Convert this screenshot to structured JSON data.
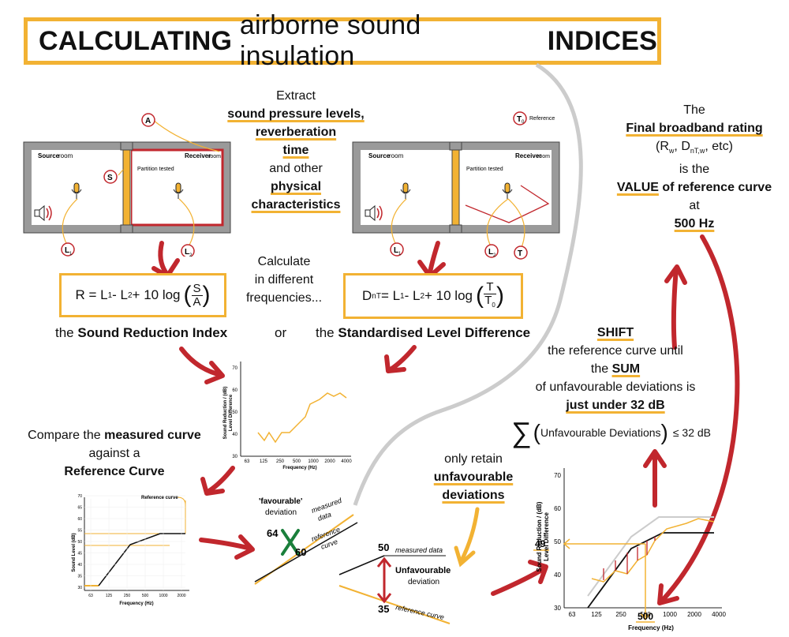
{
  "title": {
    "bold1": "CALCULATING",
    "middle": "airborne sound insulation",
    "bold2": "INDICES"
  },
  "extract": {
    "line1": "Extract",
    "b1": "sound pressure levels,",
    "b2": "reverberation",
    "b3": "time",
    "line5": "and other",
    "b4": "physical",
    "b5": "characteristics"
  },
  "room_left": {
    "source_b": "Source",
    "source_r": " room",
    "receiver_b": "Receiver",
    "receiver_r": " room",
    "partition": "Partition tested",
    "tag_a": "A",
    "tag_s": "S",
    "tag_l1": "L",
    "tag_l2": "L",
    "sub1": "1",
    "sub2": "2"
  },
  "room_right": {
    "source_b": "Source",
    "source_r": " room",
    "receiver_b": "Receiver",
    "receiver_r": " room",
    "partition": "Partition tested",
    "tag_t0": "T",
    "sub0": "0",
    "reference": "Reference",
    "tag_l1": "L",
    "tag_l2": "L",
    "tag_t": "T",
    "sub1": "1",
    "sub2": "2"
  },
  "calc": {
    "line1": "Calculate",
    "line2": "in different",
    "line3": "frequencies..."
  },
  "formula_r": {
    "lhs": "R = L",
    "s1": "1",
    "mid": " - L",
    "s2": "2",
    "tail": " + 10 log",
    "num": "S",
    "den": "A"
  },
  "formula_d": {
    "lhs": "D",
    "sub": "nT",
    "eq": " = L",
    "s1": "1",
    "mid": " - L",
    "s2": "2",
    "tail": " + 10 log",
    "num": "T",
    "den": "T",
    "den_sub": "0"
  },
  "index_labels": {
    "left_pre": "the ",
    "left_b": "Sound Reduction Index",
    "or": "or",
    "right_pre": "the ",
    "right_b": "Standardised Level Difference"
  },
  "chart_measured": {
    "ylabel1": "Sound Reduction / (dB)",
    "ylabel2": "Level Difference",
    "xlabel": "Frequency (Hz)",
    "yticks": [
      "30",
      "40",
      "50",
      "60",
      "70"
    ],
    "xticks": [
      "63",
      "125",
      "250",
      "500",
      "1000",
      "2000",
      "4000"
    ]
  },
  "compare": {
    "line1_pre": "Compare the ",
    "line1_b": "measured curve",
    "line2": "against a",
    "line3_b": "Reference Curve"
  },
  "chart_ref": {
    "annotation": "Reference curve",
    "ylabel": "Sound Level (dB)",
    "xlabel": "Frequency (Hz)",
    "yticks": [
      "30",
      "35",
      "40",
      "45",
      "50",
      "55",
      "60",
      "65",
      "70"
    ],
    "xticks": [
      "63",
      "125",
      "250",
      "500",
      "1000",
      "2000"
    ]
  },
  "favourable": {
    "title": "'favourable'",
    "sub": "deviation",
    "v64": "64",
    "v60": "60",
    "measured1": "measured",
    "measured2": "data",
    "ref1": "reference",
    "ref2": "curve"
  },
  "retain": {
    "line1": "only retain",
    "b1": "unfavourable",
    "b2": "deviations"
  },
  "unfav": {
    "v50": "50",
    "measured": "measured data",
    "title": "Unfavourable",
    "sub": "deviation",
    "v35": "35",
    "ref": "reference curve"
  },
  "shift": {
    "b1": "SHIFT",
    "line2": "the reference curve until",
    "line3_pre": "the ",
    "line3_b": "SUM",
    "line4": "of unfavourable deviations is",
    "line5_b": "just under 32 dB"
  },
  "sum_formula": {
    "sigma": "∑",
    "inner": "Unfavourable Deviations",
    "op": "≤ 32 dB"
  },
  "final": {
    "line1": "The",
    "b1": "Final broadband rating",
    "line3_pre": "(R",
    "sub_w": "w",
    "line3_mid": ", D",
    "sub_ntw": "nT,w",
    "line3_end": ", etc)",
    "line4": "is the",
    "b2": "VALUE",
    "line5_rest": " of reference curve",
    "line6": "at",
    "b3": "500 Hz"
  },
  "chart_final": {
    "ylabel1": "Sound Reduction / (dB)",
    "ylabel2": "Level Difference",
    "xlabel": "Frequency (Hz)",
    "yticks": [
      "30",
      "40",
      "50",
      "60",
      "70"
    ],
    "xticks": [
      "63",
      "125",
      "250",
      "500",
      "1000",
      "2000",
      "4000"
    ],
    "value": "49",
    "mark": "500"
  },
  "colors": {
    "accent": "#f2b233",
    "red": "#c1272d",
    "grey": "#cccccc",
    "wall": "#9a9a9a"
  }
}
